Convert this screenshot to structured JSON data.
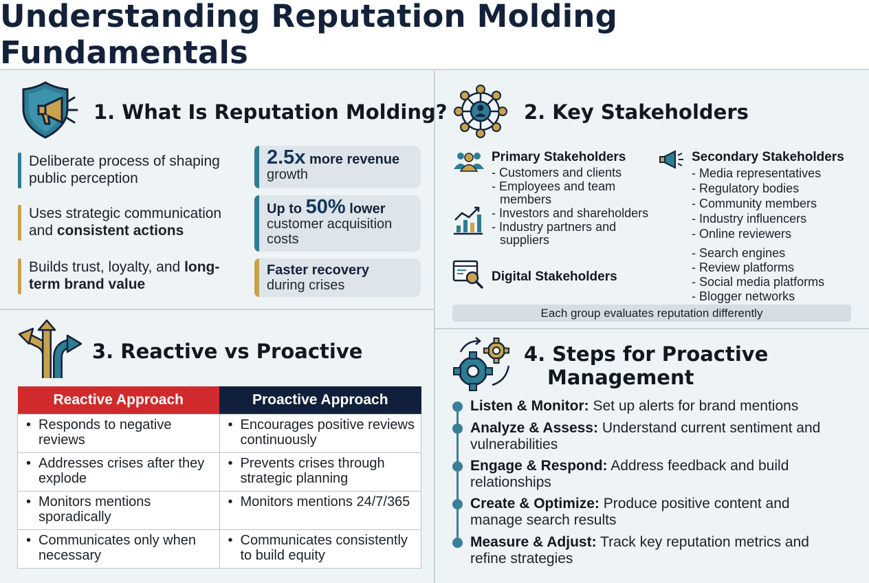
{
  "title": "Understanding Reputation Molding Fundamentals",
  "colors": {
    "navy": "#13223a",
    "teal": "#2d7d94",
    "gold": "#c9a24d",
    "red": "#d02a2c"
  },
  "section1": {
    "title": "1. What Is Reputation Molding?",
    "icon": "shield-megaphone-icon",
    "bullets": [
      {
        "pre": "Deliberate process of shaping public perception",
        "bold": ""
      },
      {
        "pre": "Uses strategic communication and ",
        "bold": "consistent actions"
      },
      {
        "pre": "Builds trust, loyalty, and ",
        "bold": "long-term brand value"
      }
    ],
    "stats": [
      {
        "big": "2.5x",
        "bold": " more revenue",
        "rest": "growth"
      },
      {
        "pre": "Up to ",
        "big": "50%",
        "bold": " lower",
        "rest": "customer acquisition costs"
      },
      {
        "bold": "Faster recovery",
        "rest": "during crises"
      }
    ]
  },
  "section2": {
    "title": "2. Key Stakeholders",
    "icon": "network-people-icon",
    "primary": {
      "title": "Primary Stakeholders",
      "items": [
        "Customers and clients",
        "Employees and team members",
        "Investors and shareholders",
        "Industry partners and suppliers"
      ]
    },
    "secondary": {
      "title": "Secondary Stakeholders",
      "items": [
        "Media representatives",
        "Regulatory bodies",
        "Community members",
        "Industry influencers",
        "Online reviewers"
      ]
    },
    "digital": {
      "title": "Digital Stakeholders",
      "items": [
        "Search engines",
        "Review platforms",
        "Social media platforms",
        "Blogger networks"
      ]
    },
    "note": "Each group evaluates reputation differently"
  },
  "section3": {
    "title": "3. Reactive vs Proactive",
    "icon": "split-arrows-icon",
    "headers": [
      "Reactive Approach",
      "Proactive Approach"
    ],
    "rows": [
      [
        "Responds to negative reviews",
        "Encourages positive reviews continuously"
      ],
      [
        "Addresses crises after they explode",
        "Prevents crises through strategic planning"
      ],
      [
        "Monitors mentions sporadically",
        "Monitors mentions 24/7/365"
      ],
      [
        "Communicates only when necessary",
        "Communicates consistently to build equity"
      ]
    ]
  },
  "section4": {
    "title_line1": "4. Steps for Proactive",
    "title_line2": "Management",
    "icon": "gears-cycle-icon",
    "steps": [
      {
        "label": "Listen & Monitor:",
        "text": " Set up alerts for brand mentions"
      },
      {
        "label": "Analyze & Assess:",
        "text": " Understand current sentiment and vulnerabilities"
      },
      {
        "label": "Engage & Respond:",
        "text": " Address feedback and build relationships"
      },
      {
        "label": "Create & Optimize:",
        "text": " Produce positive content and manage search results"
      },
      {
        "label": "Measure & Adjust:",
        "text": " Track key reputation metrics and refine strategies"
      }
    ]
  }
}
